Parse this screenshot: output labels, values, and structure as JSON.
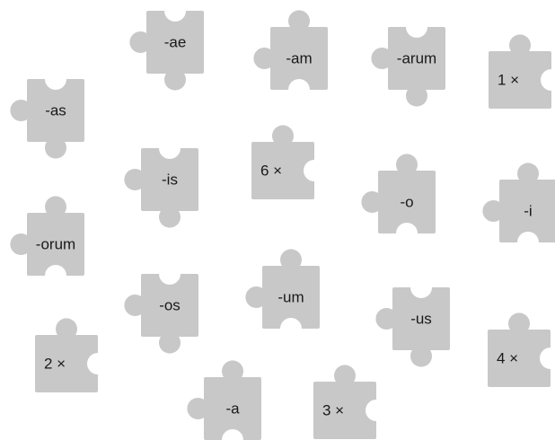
{
  "colors": {
    "piece_fill": "#c8c8c8",
    "text": "#1a1a1a",
    "background": "#ffffff"
  },
  "pieces": [
    {
      "label": "-ae"
    },
    {
      "label": "-am"
    },
    {
      "label": "-arum"
    },
    {
      "label": "1 ×"
    },
    {
      "label": "-as"
    },
    {
      "label": "-is"
    },
    {
      "label": "6 ×"
    },
    {
      "label": "-o"
    },
    {
      "label": "-i"
    },
    {
      "label": "-orum"
    },
    {
      "label": "-um"
    },
    {
      "label": "-os"
    },
    {
      "label": "-us"
    },
    {
      "label": "2 ×"
    },
    {
      "label": "4 ×"
    },
    {
      "label": "-a"
    },
    {
      "label": "3 ×"
    }
  ]
}
